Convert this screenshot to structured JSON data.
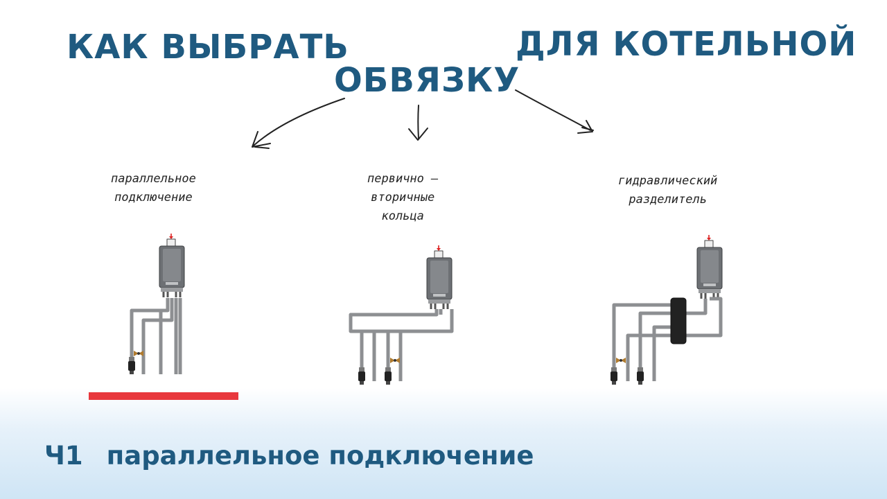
{
  "title": {
    "line1": "КАК ВЫБРАТЬ",
    "line2": "ОБВЯЗКУ",
    "line3": "ДЛЯ КОТЕЛЬНОЙ"
  },
  "schemes": [
    {
      "label_lines": [
        "параллельное",
        "подключение"
      ]
    },
    {
      "label_lines": [
        "первично –",
        "вторичные",
        "кольца"
      ]
    },
    {
      "label_lines": [
        "гидравлический",
        "разделитель"
      ]
    }
  ],
  "footer": {
    "part": "Ч1",
    "topic": "параллельное подключение"
  },
  "colors": {
    "title": "#1f5a80",
    "highlight_bar": "#e8383d",
    "boiler": "#6b6e72",
    "separator": "#222222"
  }
}
